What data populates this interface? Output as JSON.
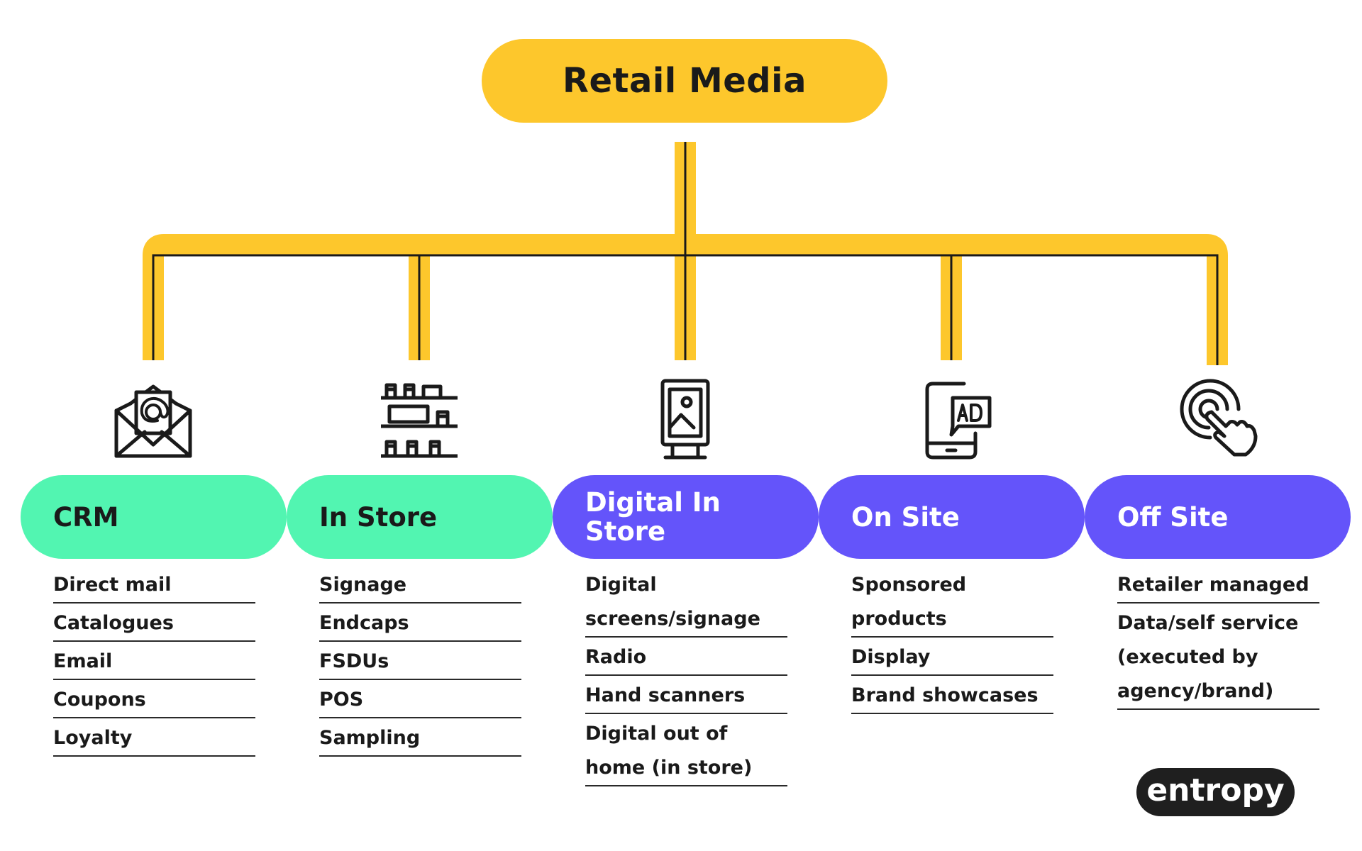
{
  "title": "Retail Media",
  "colors": {
    "connector_yellow": "#FDC72C",
    "connector_line": "#1a1a1a",
    "category_green": "#52F5B1",
    "category_purple": "#6454FA",
    "logo_bg": "#1f1f1f"
  },
  "categories": [
    {
      "label": "CRM",
      "icon": "envelope-at-icon",
      "style": "green",
      "items": [
        "Direct mail",
        "Catalogues",
        "Email",
        "Coupons",
        "Loyalty"
      ]
    },
    {
      "label": "In Store",
      "icon": "store-shelves-icon",
      "style": "green",
      "items": [
        "Signage",
        "Endcaps",
        "FSDUs",
        "POS",
        "Sampling"
      ]
    },
    {
      "label": "Digital In Store",
      "icon": "digital-kiosk-icon",
      "style": "purple",
      "items": [
        "Digital screens/signage",
        "Radio",
        "Hand scanners",
        "Digital out of home (in store)"
      ]
    },
    {
      "label": "On Site",
      "icon": "phone-ad-icon",
      "style": "purple",
      "items": [
        "Sponsored products",
        "Display",
        "Brand showcases"
      ]
    },
    {
      "label": "Off Site",
      "icon": "touch-click-icon",
      "style": "purple",
      "items": [
        "Retailer managed",
        "Data/self service (executed by agency/brand)"
      ]
    }
  ],
  "logo": "entropy"
}
